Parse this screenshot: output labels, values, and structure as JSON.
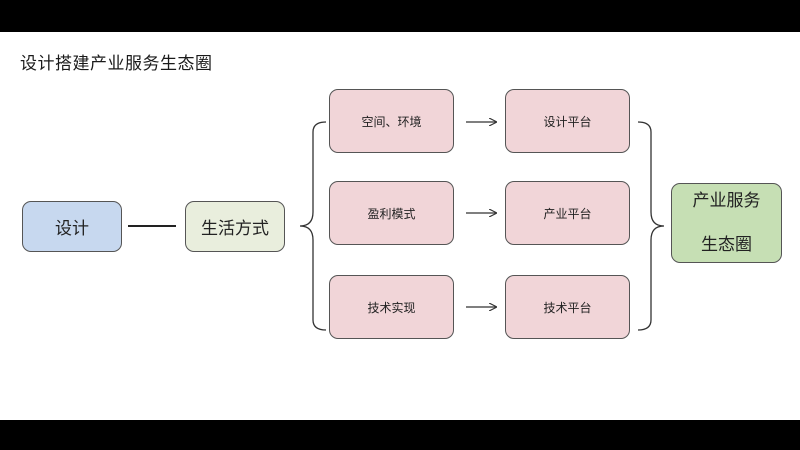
{
  "title": "设计搭建产业服务生态圈",
  "nodes": {
    "design": "设计",
    "lifestyle": "生活方式",
    "space_env": "空间、环境",
    "profit_model": "盈利模式",
    "tech_impl": "技术实现",
    "design_platform": "设计平台",
    "industry_platform": "产业平台",
    "tech_platform": "技术平台",
    "ecosystem_line1": "产业服务",
    "ecosystem_line2": "生态圈"
  },
  "colors": {
    "blue": "#c7d8ef",
    "light_green": "#e9eedd",
    "pink": "#f1d5d8",
    "green": "#c6dfb4",
    "border": "#555555"
  }
}
